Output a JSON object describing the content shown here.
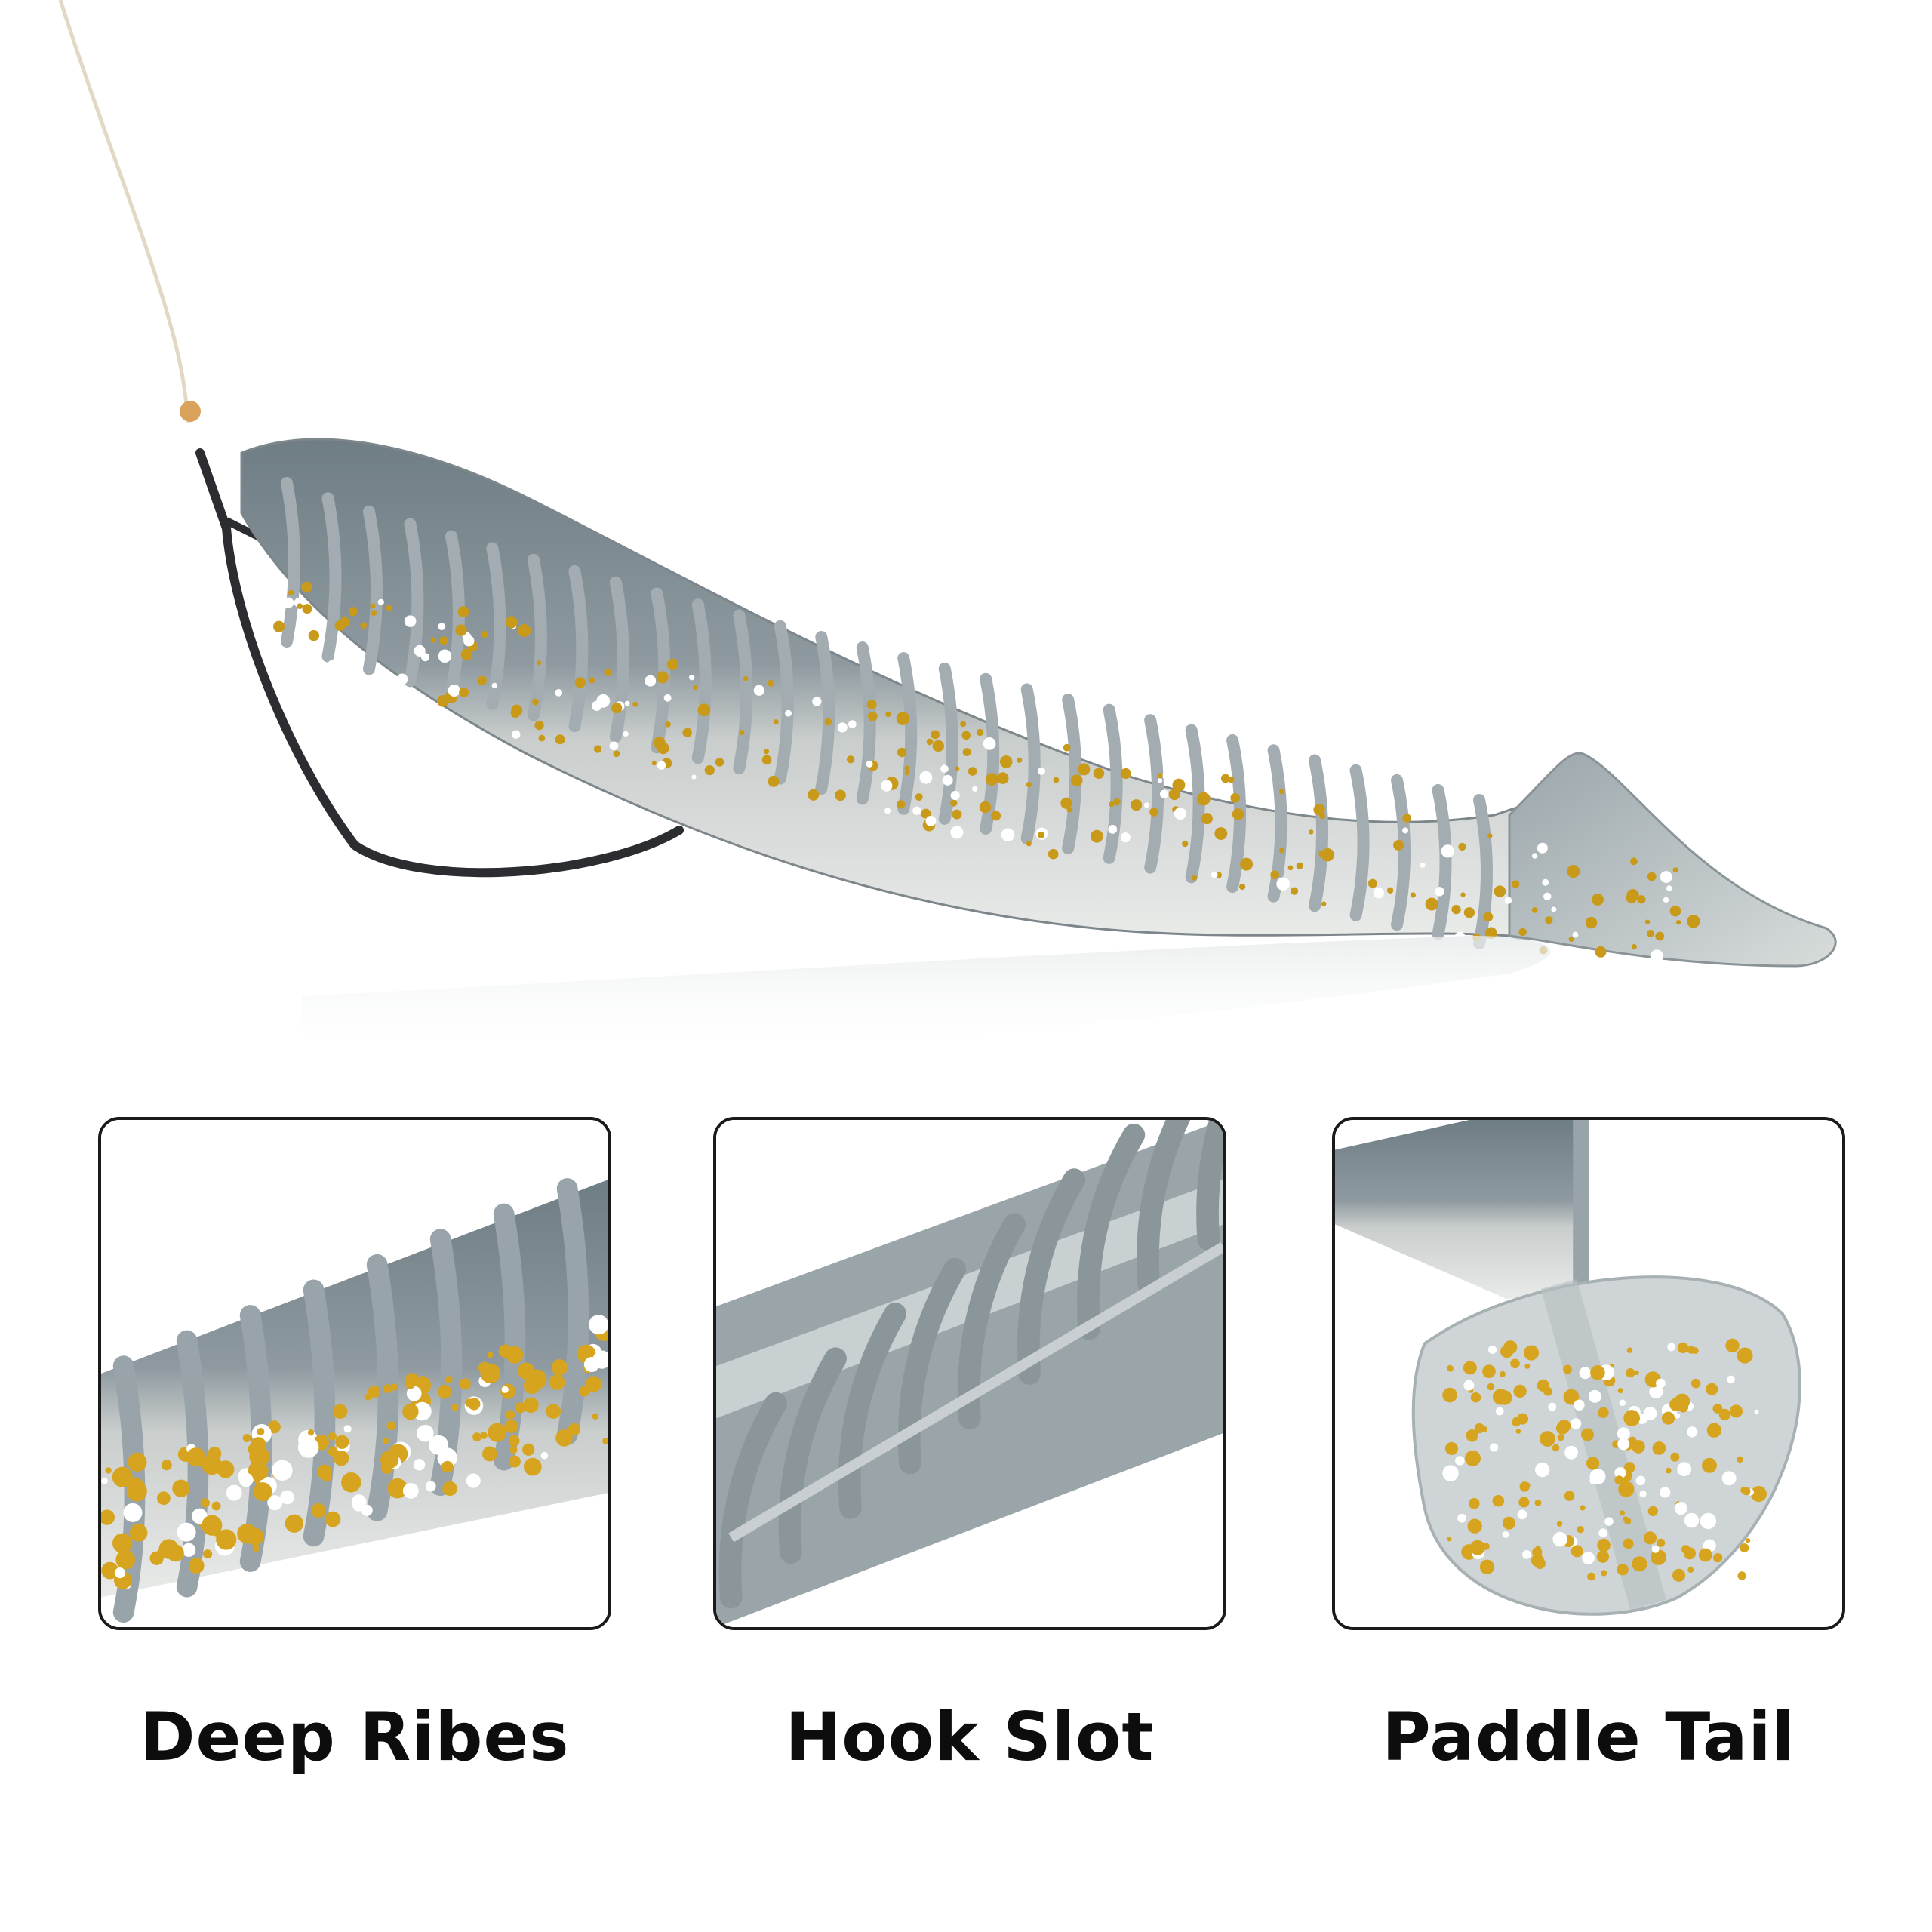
{
  "features": [
    {
      "label": "Deep Ribes"
    },
    {
      "label": "Hook Slot"
    },
    {
      "label": "Paddle Tail"
    }
  ],
  "colors": {
    "body_gray": "#7f8c92",
    "belly_clear": "#dfe3e3",
    "fleck_gold": "#c99a1a",
    "hook": "#2b2d30",
    "line": "#e8ddc9"
  }
}
